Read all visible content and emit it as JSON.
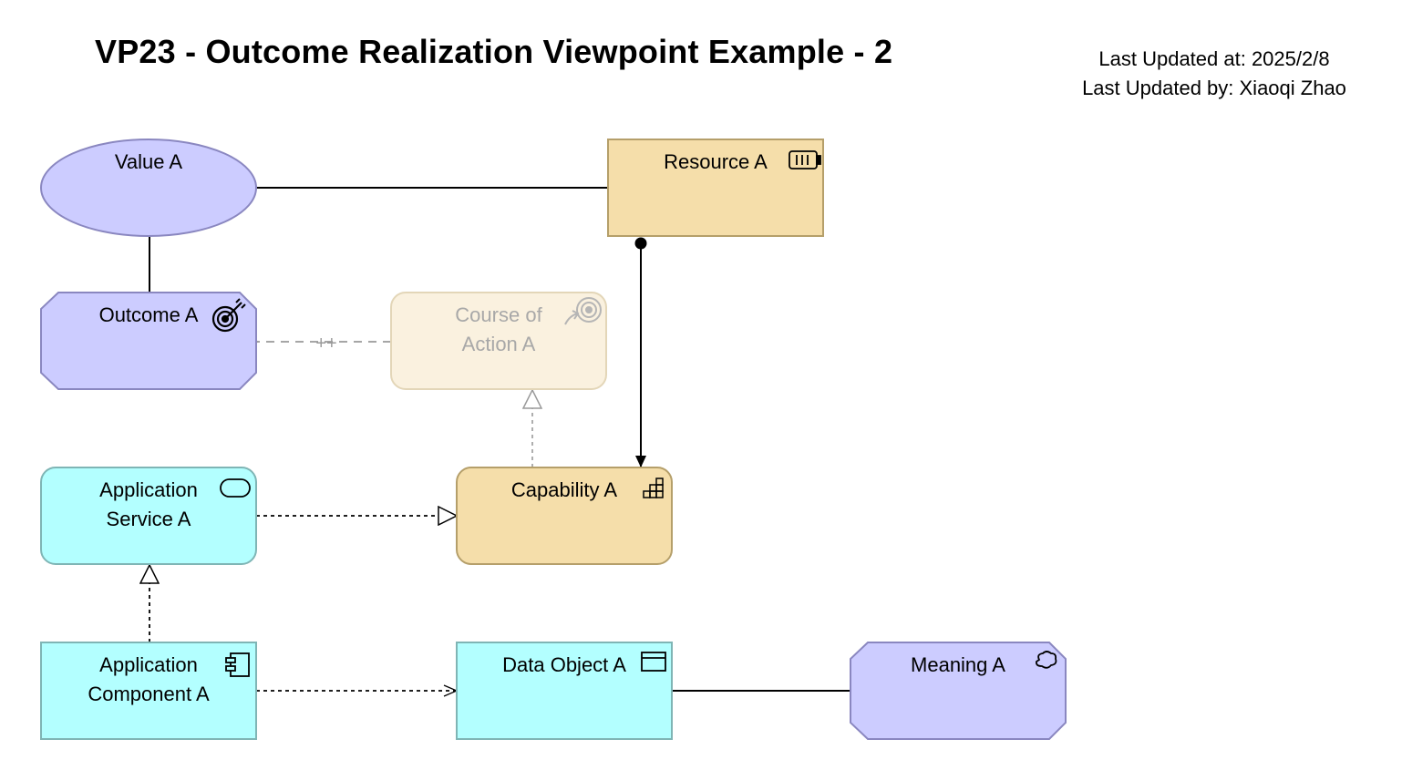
{
  "title": "VP23 - Outcome Realization Viewpoint Example - 2",
  "meta": {
    "last_updated_at": "Last Updated at: 2025/2/8",
    "last_updated_by": "Last Updated by: Xiaoqi Zhao"
  },
  "colors": {
    "motivation": "#ccccff",
    "strategy": "#f5deaa",
    "strategy_faded": "#faf1df",
    "application": "#b3ffff"
  },
  "nodes": {
    "value_a": {
      "label": "Value A",
      "type": "value",
      "icon": "value-ellipse"
    },
    "resource_a": {
      "label": "Resource A",
      "type": "resource",
      "icon": "resource-icon"
    },
    "outcome_a": {
      "label": "Outcome A",
      "type": "outcome",
      "icon": "target-icon"
    },
    "course_of_action_a": {
      "label_line1": "Course of",
      "label_line2": "Action A",
      "type": "course-of-action",
      "icon": "course-of-action-icon"
    },
    "application_service_a": {
      "label_line1": "Application",
      "label_line2": "Service A",
      "type": "application-service",
      "icon": "service-icon"
    },
    "capability_a": {
      "label": "Capability A",
      "type": "capability",
      "icon": "capability-icon"
    },
    "application_component_a": {
      "label_line1": "Application",
      "label_line2": "Component A",
      "type": "application-component",
      "icon": "component-icon"
    },
    "data_object_a": {
      "label": "Data Object A",
      "type": "data-object",
      "icon": "data-object-icon"
    },
    "meaning_a": {
      "label": "Meaning A",
      "type": "meaning",
      "icon": "meaning-icon"
    }
  },
  "relations": [
    {
      "from": "Value A",
      "to": "Resource A",
      "type": "association"
    },
    {
      "from": "Value A",
      "to": "Outcome A",
      "type": "association"
    },
    {
      "from": "Course of Action A",
      "to": "Outcome A",
      "type": "influence",
      "label": "++"
    },
    {
      "from": "Resource A",
      "to": "Capability A",
      "type": "assignment"
    },
    {
      "from": "Capability A",
      "to": "Course of Action A",
      "type": "realization"
    },
    {
      "from": "Application Service A",
      "to": "Capability A",
      "type": "realization"
    },
    {
      "from": "Application Component A",
      "to": "Application Service A",
      "type": "realization"
    },
    {
      "from": "Application Component A",
      "to": "Data Object A",
      "type": "access"
    },
    {
      "from": "Data Object A",
      "to": "Meaning A",
      "type": "association"
    }
  ]
}
